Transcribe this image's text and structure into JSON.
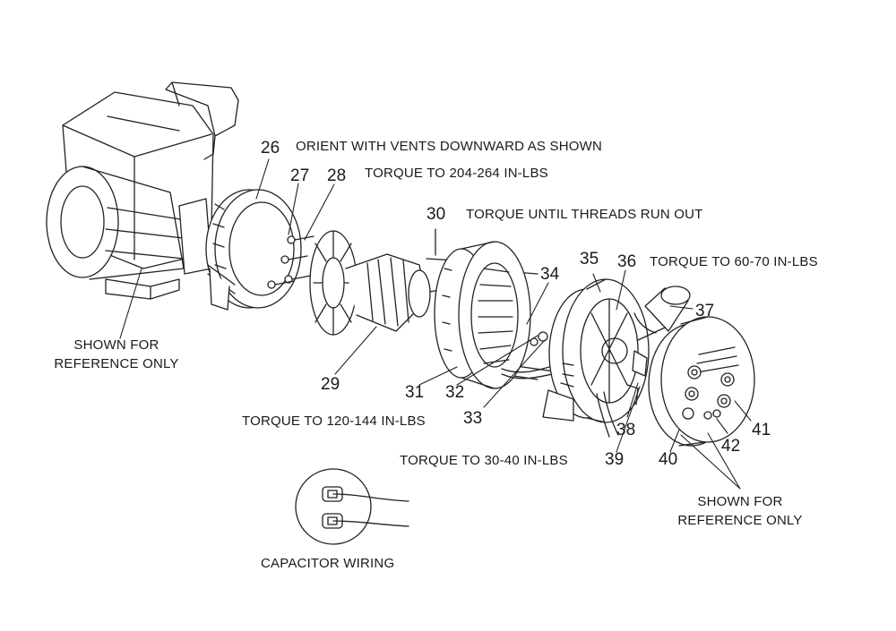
{
  "notes": {
    "orient": "ORIENT WITH VENTS DOWNWARD AS SHOWN",
    "torque_204_264": "TORQUE TO 204-264 IN-LBS",
    "threads": "TORQUE UNTIL THREADS RUN OUT",
    "torque_60_70": "TORQUE TO 60-70 IN-LBS",
    "torque_120_144": "TORQUE TO 120-144 IN-LBS",
    "torque_30_40": "TORQUE TO 30-40 IN-LBS",
    "capacitor": "CAPACITOR WIRING",
    "reference_left_1": "SHOWN FOR",
    "reference_left_2": "REFERENCE ONLY",
    "reference_right_1": "SHOWN FOR",
    "reference_right_2": "REFERENCE ONLY"
  },
  "parts": {
    "p26": "26",
    "p27": "27",
    "p28": "28",
    "p29": "29",
    "p30": "30",
    "p31": "31",
    "p32": "32",
    "p33": "33",
    "p34": "34",
    "p35": "35",
    "p36": "36",
    "p37": "37",
    "p38": "38",
    "p39": "39",
    "p40": "40",
    "p41": "41",
    "p42": "42"
  }
}
